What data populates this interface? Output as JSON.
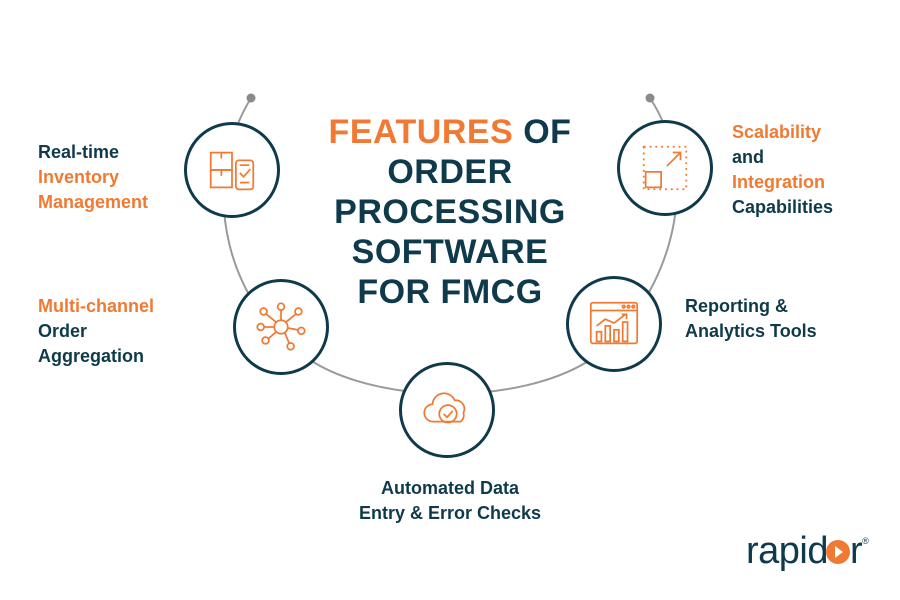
{
  "title": {
    "line1_accent": "FEATURES",
    "line1_rest": " OF",
    "line2": "ORDER",
    "line3": "PROCESSING",
    "line4": "SOFTWARE",
    "line5": "FOR FMCG"
  },
  "features": {
    "inventory": {
      "line1": "Real-time",
      "line2_accent": "Inventory",
      "line3_accent": "Management",
      "icon": "inventory-boxes-icon"
    },
    "multichannel": {
      "line1_accent": "Multi-channel",
      "line2": "Order",
      "line3": "Aggregation",
      "icon": "network-hub-icon"
    },
    "automated": {
      "line1": "Automated Data",
      "line2": "Entry & Error Checks",
      "icon": "cloud-check-icon"
    },
    "reporting": {
      "line1": "Reporting &",
      "line2": "Analytics Tools",
      "icon": "analytics-chart-icon"
    },
    "scalability": {
      "line1_accent": "Scalability",
      "line2": "and",
      "line3_accent": "Integration",
      "line4": "Capabilities",
      "icon": "scale-expand-icon"
    }
  },
  "logo": {
    "text_before": "rapid",
    "text_after": "r",
    "reg": "®"
  },
  "colors": {
    "navy": "#0e3a4c",
    "orange": "#f07a33",
    "arc": "#9a9a9a"
  }
}
